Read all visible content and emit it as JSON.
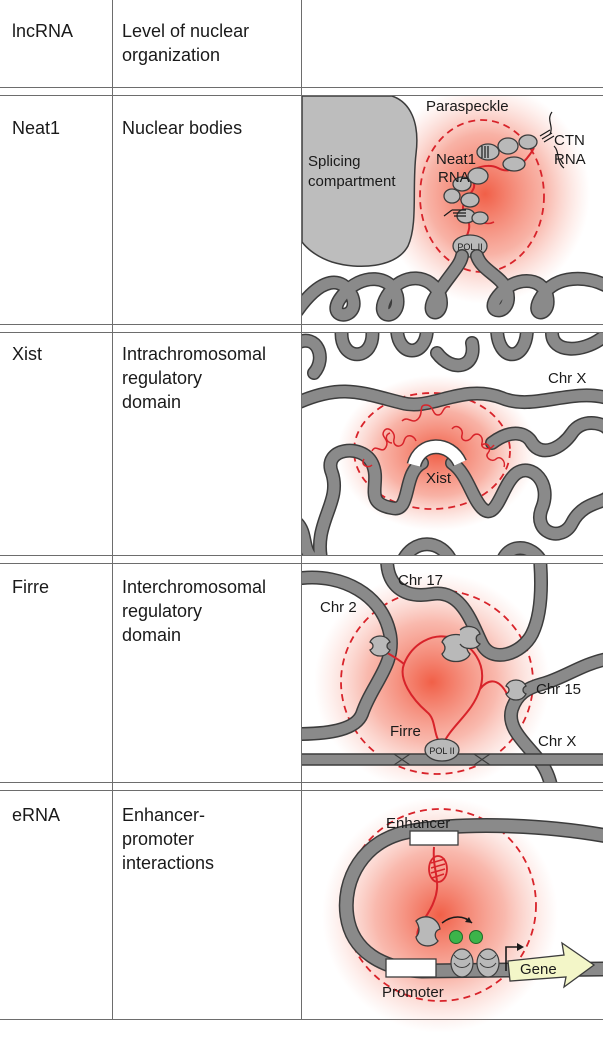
{
  "table": {
    "header": {
      "lncrna": "lncRNA",
      "level": "Level of nuclear\norganization"
    },
    "rows": [
      {
        "lncrna": "Neat1",
        "level": "Nuclear bodies",
        "labels": {
          "paraspeckle": "Paraspeckle",
          "splicing_1": "Splicing",
          "splicing_2": "compartment",
          "neat1_1": "Neat1",
          "neat1_2": "RNA",
          "ctn_1": "CTN",
          "ctn_2": "RNA",
          "pol": "POL II"
        }
      },
      {
        "lncrna": "Xist",
        "level": "Intrachromosomal\nregulatory\ndomain",
        "labels": {
          "chr": "Chr X",
          "xist": "Xist"
        }
      },
      {
        "lncrna": "Firre",
        "level": "Interchromosomal\nregulatory\ndomain",
        "labels": {
          "chr17": "Chr 17",
          "chr2": "Chr 2",
          "chr15": "Chr 15",
          "chrx": "Chr X",
          "firre": "Firre",
          "pol": "POL II"
        }
      },
      {
        "lncrna": "eRNA",
        "level": "Enhancer-\npromoter\ninteractions",
        "labels": {
          "enhancer": "Enhancer",
          "promoter": "Promoter",
          "gene": "Gene"
        }
      }
    ]
  },
  "colors": {
    "chromatin": "#8a8a8a",
    "chromatin_outline": "#3c3c3c",
    "rna": "#d8232a",
    "glow": "#f0573e",
    "protein": "#b9b9b9",
    "compartment": "#bdbdbd",
    "green_factor": "#3cb44a",
    "gene_arrow": "#f3f6c8",
    "grid": "#6d6d6d"
  }
}
